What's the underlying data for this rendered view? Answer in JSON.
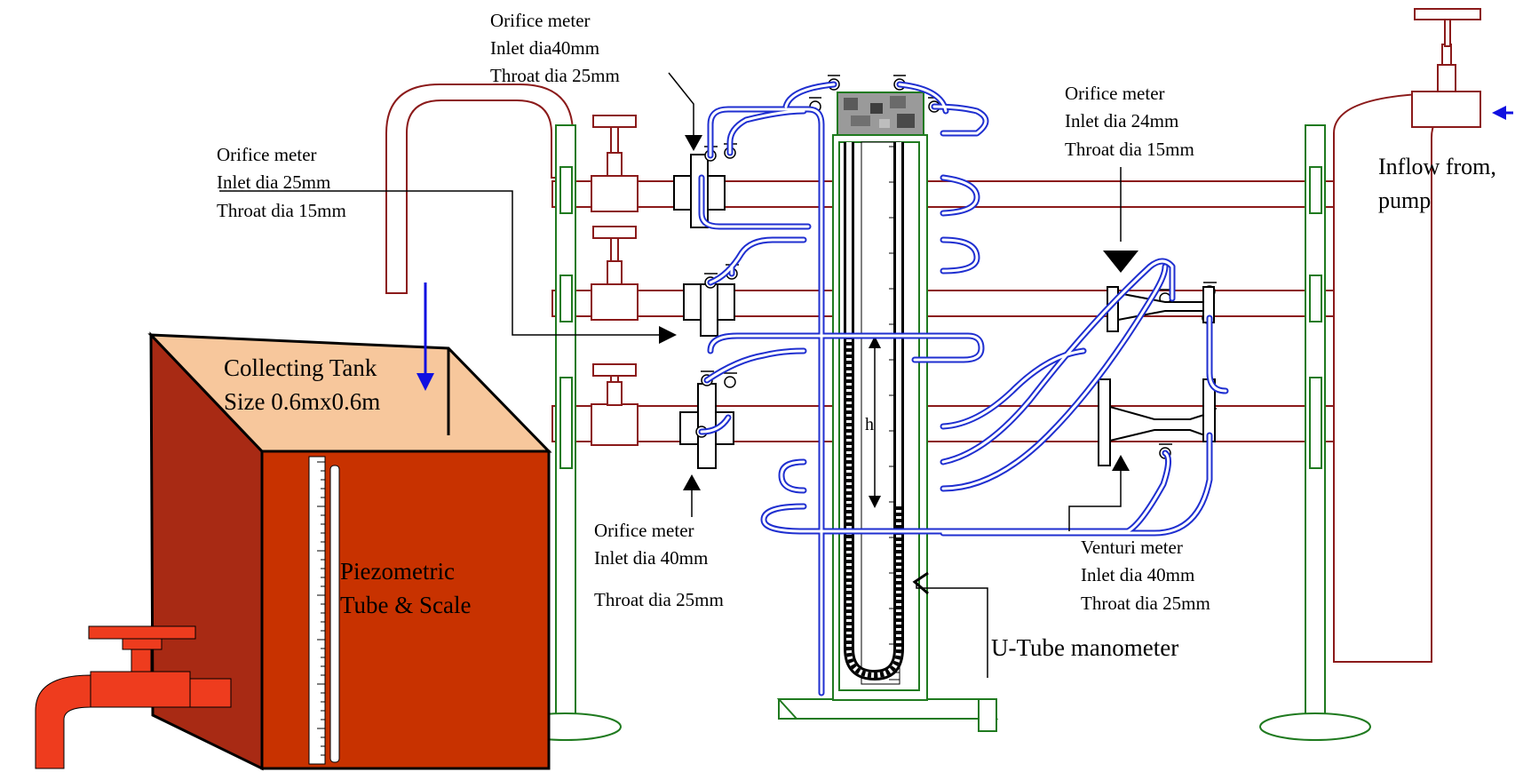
{
  "labels": {
    "orifice_top": [
      "Orifice meter",
      "Inlet dia40mm",
      "Throat dia 25mm"
    ],
    "orifice_left": [
      "Orifice meter",
      "Inlet dia 25mm",
      "Throat dia 15mm"
    ],
    "orifice_right": [
      "Orifice meter",
      "Inlet dia 24mm",
      "Throat dia 15mm"
    ],
    "inflow": [
      "Inflow  from,",
      "pump"
    ],
    "collecting_tank": [
      "Collecting Tank",
      "Size 0.6mx0.6m"
    ],
    "piezometric": [
      "Piezometric",
      "Tube & Scale"
    ],
    "orifice_bottom": [
      "Orifice meter",
      "Inlet dia 40mm",
      "Throat dia 25mm"
    ],
    "venturi": [
      "Venturi meter",
      "Inlet dia 40mm",
      "Throat dia 25mm"
    ],
    "manometer": "U-Tube manometer",
    "head": "h"
  },
  "colors": {
    "pipe": "#8b1a1a",
    "stand": "#1f7a1f",
    "hose": "#1f2fd0",
    "tank_front": "#c83200",
    "tank_side": "#a82a14",
    "tank_top": "#f7c79c",
    "tap": "#ee3c1e",
    "arrow_blue": "#1010e0"
  }
}
